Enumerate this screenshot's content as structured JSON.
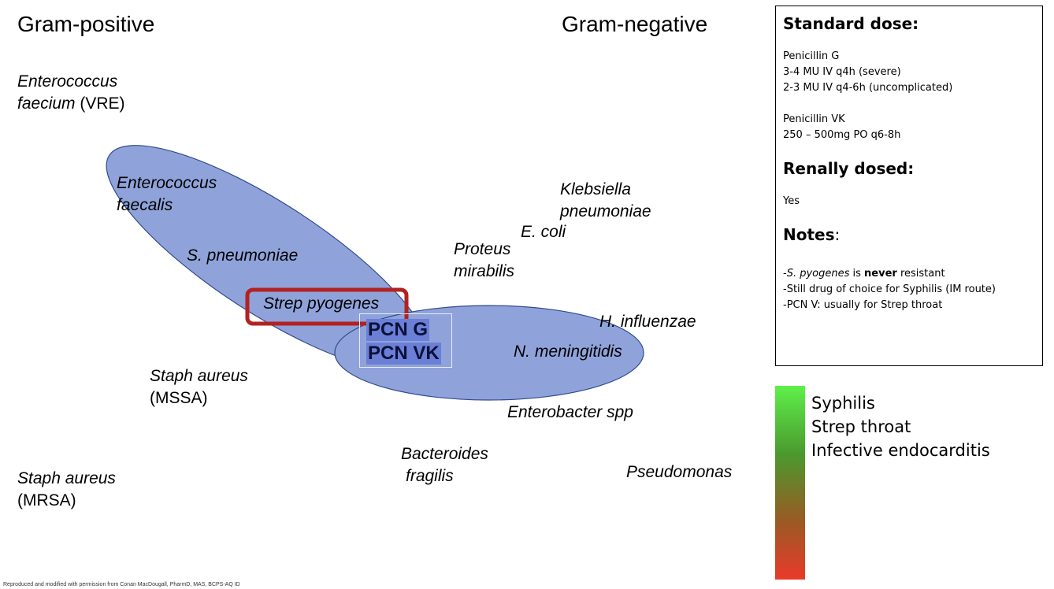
{
  "headers": {
    "gram_positive": "Gram-positive",
    "gram_negative": "Gram-negative"
  },
  "organisms": {
    "enterococcus_faecium_line1": "Enterococcus",
    "enterococcus_faecium_line2": "faecium",
    "enterococcus_faecium_suffix": "(VRE)",
    "enterococcus_faecalis_line1": "Enterococcus",
    "enterococcus_faecalis_line2": "faecalis",
    "s_pneumoniae": "S. pneumoniae",
    "strep_pyogenes": "Strep pyogenes",
    "staph_mssa_line1": "Staph aureus",
    "staph_mssa_line2": "(MSSA)",
    "staph_mrsa_line1": "Staph aureus",
    "staph_mrsa_line2": "(MRSA)",
    "klebsiella_line1": "Klebsiella",
    "klebsiella_line2": "pneumoniae",
    "e_coli": "E. coli",
    "proteus_line1": "Proteus",
    "proteus_line2": "mirabilis",
    "h_influenzae": "H. influenzae",
    "n_meningitidis": "N. meningitidis",
    "enterobacter": "Enterobacter spp",
    "bacteroides_line1": "Bacteroides",
    "bacteroides_line2": "fragilis",
    "pseudomonas": "Pseudomonas"
  },
  "drugs": {
    "pcn_g": "PCN G",
    "pcn_vk": "PCN VK"
  },
  "info_panel": {
    "standard_dose_heading": "Standard dose:",
    "pen_g_name": "Penicillin G",
    "pen_g_dose1": "3-4 MU IV q4h (severe)",
    "pen_g_dose2": "2-3 MU IV q4-6h (uncomplicated)",
    "pen_vk_name": "Penicillin VK",
    "pen_vk_dose": "250 – 500mg PO q6-8h",
    "renal_heading": "Renally dosed:",
    "renal_value": "Yes",
    "notes_heading": "Notes",
    "notes_colon": ":",
    "note1_prefix": "-",
    "note1_italic": "S. pyogenes",
    "note1_mid": " is ",
    "note1_bold": "never",
    "note1_suffix": " resistant",
    "note2": "-Still drug of choice for Syphilis (IM route)",
    "note3": "-PCN V: usually for Strep throat"
  },
  "indications": [
    "Syphilis",
    "Strep throat",
    "Infective endocarditis"
  ],
  "colors": {
    "coverage_fill": "#8fa3da",
    "coverage_stroke": "#2f4a8f",
    "highlight_stroke": "#b22222",
    "gradient_top": "#5ff04a",
    "gradient_bottom": "#e93a2a"
  },
  "footer": "Reproduced and modified with permission from Conan MacDougall, PharmD, MAS, BCPS-AQ ID"
}
